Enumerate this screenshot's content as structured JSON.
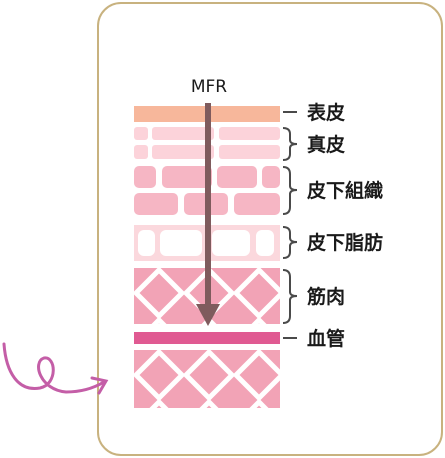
{
  "arrow_label": "MFR",
  "layers": [
    {
      "key": "epidermis",
      "label": "表皮"
    },
    {
      "key": "dermis",
      "label": "真皮"
    },
    {
      "key": "subcutaneous",
      "label": "皮下組織"
    },
    {
      "key": "subcutaneous_fat",
      "label": "皮下脂肪"
    },
    {
      "key": "muscle",
      "label": "筋肉"
    },
    {
      "key": "blood_vessel",
      "label": "血管"
    }
  ],
  "colors": {
    "border": "#c8b27f",
    "epidermis": "#f7b79b",
    "dermis": "#fcd3da",
    "subcutaneous": "#f6b6c4",
    "fat_bg": "#fbd8dd",
    "muscle": "#f2a3b6",
    "vessel": "#e05a92",
    "arrow": "#7f5b5d",
    "swirl": "#c45ea7",
    "bracket": "#4a4a4a"
  }
}
